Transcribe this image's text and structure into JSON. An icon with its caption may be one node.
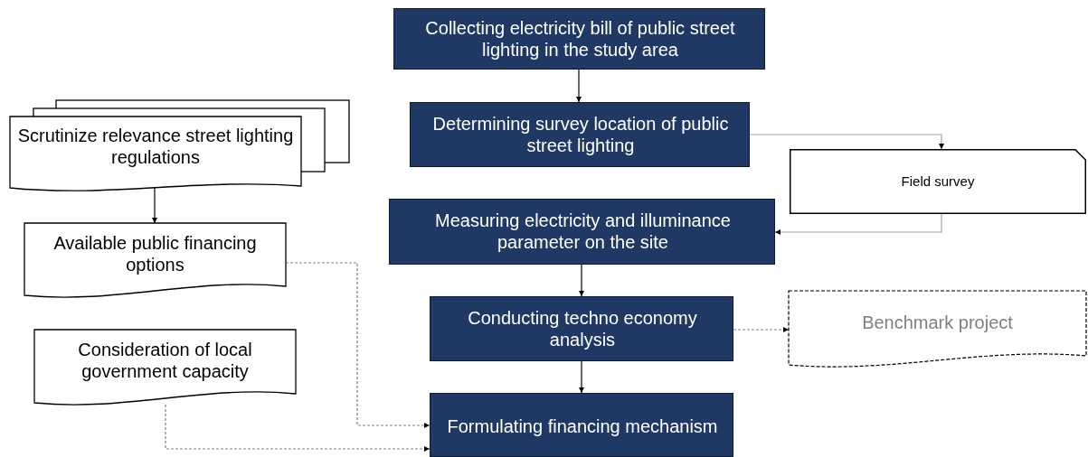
{
  "diagram": {
    "nodes": [
      {
        "text": [
          "Collecting electricity bill of public street lighting in the study area"
        ]
      },
      {
        "text": [
          "Determining survey location of public street lighting"
        ]
      },
      {
        "text": [
          "Field survey"
        ]
      },
      {
        "text": [
          "Measuring electricity and illuminance parameter on the site"
        ]
      },
      {
        "text": [
          "Conducting techno economy analysis"
        ]
      },
      {
        "text": [
          "Benchmark project"
        ]
      },
      {
        "text": [
          "Formulating financing mechanism"
        ]
      },
      {
        "text": [
          "Scrutinize relevance street lighting regulations"
        ]
      },
      {
        "text": [
          "Available public financing options"
        ]
      },
      {
        "text": [
          "Consideration of local government capacity"
        ]
      }
    ],
    "edges": [
      {
        "from": 0,
        "to": 1,
        "arrow": "to"
      },
      {
        "from": 1,
        "to": 2,
        "arrow": "to",
        "color": "#a6a6a6"
      },
      {
        "from": 2,
        "to": 3,
        "arrow": "to",
        "color": "#a6a6a6"
      },
      {
        "from": 3,
        "to": 4,
        "arrow": "to"
      },
      {
        "from": 4,
        "to": 5,
        "arrow": "to",
        "style": "dashed",
        "color": "#808080"
      },
      {
        "from": 4,
        "to": 6,
        "arrow": "to"
      },
      {
        "from": 7,
        "to": 8,
        "arrow": "to"
      },
      {
        "from": 8,
        "to": 6,
        "arrow": "to",
        "style": "dashed",
        "color": "#808080"
      },
      {
        "from": 9,
        "to": 6,
        "arrow": "to",
        "style": "dashed",
        "color": "#808080"
      }
    ]
  }
}
